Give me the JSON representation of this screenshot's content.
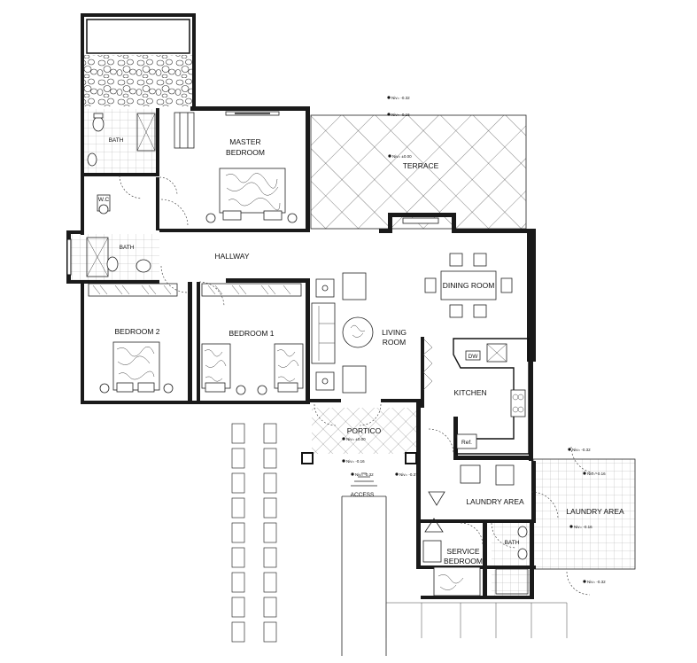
{
  "rooms": {
    "bath_top": "BATH",
    "wc": "W.C",
    "master_1": "MASTER",
    "master_2": "BEDROOM",
    "terrace": "TERRACE",
    "bath_mid": "BATH",
    "hallway": "HALLWAY",
    "dining": "DINING ROOM",
    "living_1": "LIVING",
    "living_2": "ROOM",
    "bedroom2": "BEDROOM 2",
    "bedroom1": "BEDROOM 1",
    "kitchen": "KITCHEN",
    "portico": "PORTICO",
    "access": "ACCESS",
    "laundry_in": "LAUNDRY AREA",
    "laundry_out": "LAUNDRY AREA",
    "bath_service": "BATH",
    "service_1": "SERVICE",
    "service_2": "BEDROOM"
  },
  "appliances": {
    "ref": "Ref.",
    "dw": "DW"
  },
  "levels": {
    "t1": "Niv= -0.32",
    "t2": "Niv= -0.16",
    "t3": "Niv= ±0.00",
    "p1": "Niv= ±0.00",
    "p2": "Niv= -0.16",
    "p3": "Niv= -0.32",
    "p4": "Niv= -0.37",
    "l1": "Niv= -0.32",
    "l2": "Niv= -0.16",
    "l3": "Niv= -0.16",
    "l4": "Niv= -0.32"
  }
}
